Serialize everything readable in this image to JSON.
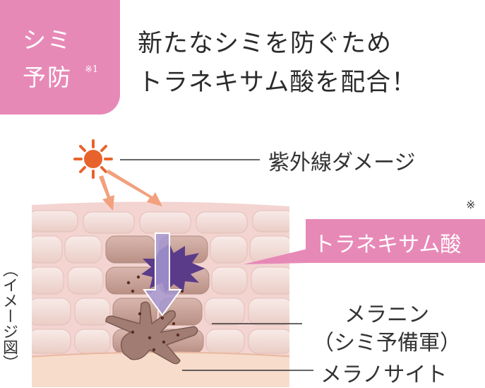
{
  "badge": {
    "line1": "シミ",
    "line2": "予防",
    "note": "※1"
  },
  "headline": {
    "line1": "新たなシミを防ぐため",
    "line2": "トラネキサム酸を配合！"
  },
  "diagram": {
    "uv_label": "紫外線ダメージ",
    "tranexamic_label": "トラネキサム酸",
    "tranexamic_note": "※",
    "melanin_label_line1": "メラニン",
    "melanin_label_line2": "（シミ予備軍）",
    "melanocyte_label": "メラノサイト",
    "image_note": "（イメージ図）"
  },
  "colors": {
    "badge_pink": "#e789b7",
    "skin_pink": "#f3d4d1",
    "cell_fill": "#f6e7e4",
    "cell_shadow": "#caa6a0",
    "sun_orange": "#e8632c",
    "arrow_orange": "#f2a07d",
    "burst_purple": "#5a3b8a",
    "arrow_purple": "#a596d0",
    "melanocyte_brown": "#a17c72"
  }
}
